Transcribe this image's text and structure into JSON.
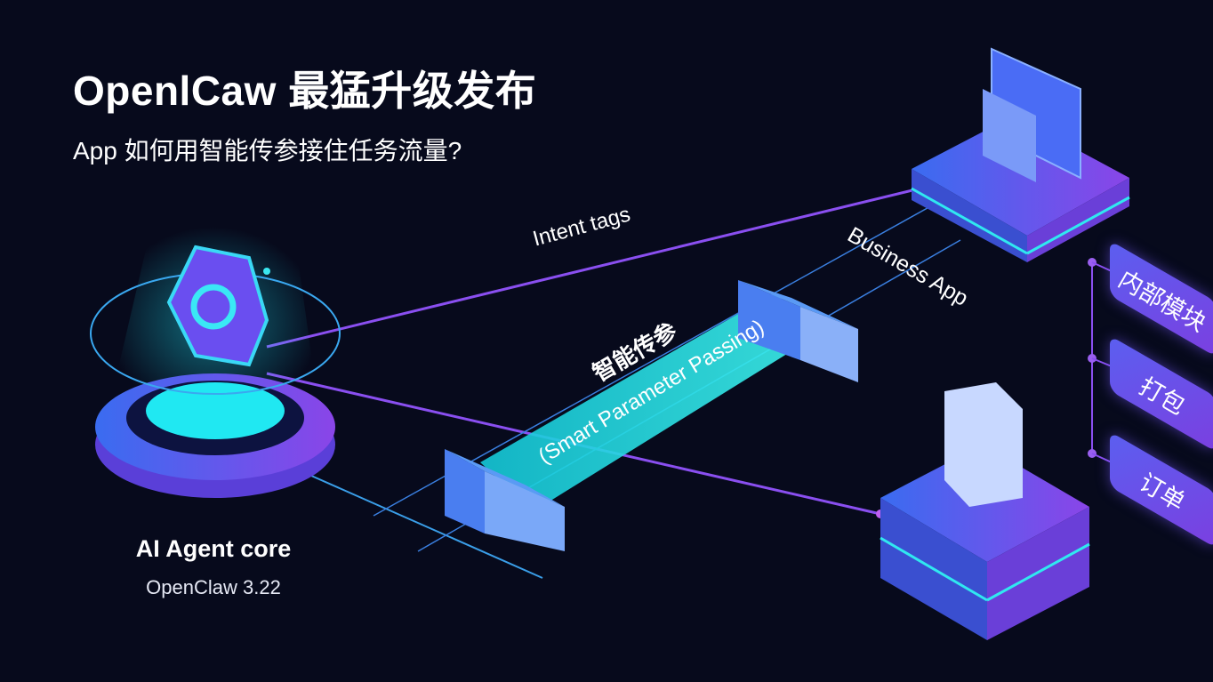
{
  "header": {
    "title": "OpenlCaw 最猛升级发布",
    "subtitle": "App 如何用智能传参接住任务流量?"
  },
  "core": {
    "label": "AI Agent core",
    "version": "OpenClaw 3.22"
  },
  "connections": {
    "intent_tags": "Intent tags",
    "business_app": "Business App"
  },
  "beam": {
    "label_cn": "智能传参",
    "label_en": "(Smart Parameter Passing)"
  },
  "modules": [
    {
      "label": "内部模块"
    },
    {
      "label": "打包"
    },
    {
      "label": "订单"
    }
  ],
  "colors": {
    "background": "#070a1c",
    "cyan": "#22e6f0",
    "purple": "#8a4ff0",
    "blue": "#4a6cf5"
  }
}
